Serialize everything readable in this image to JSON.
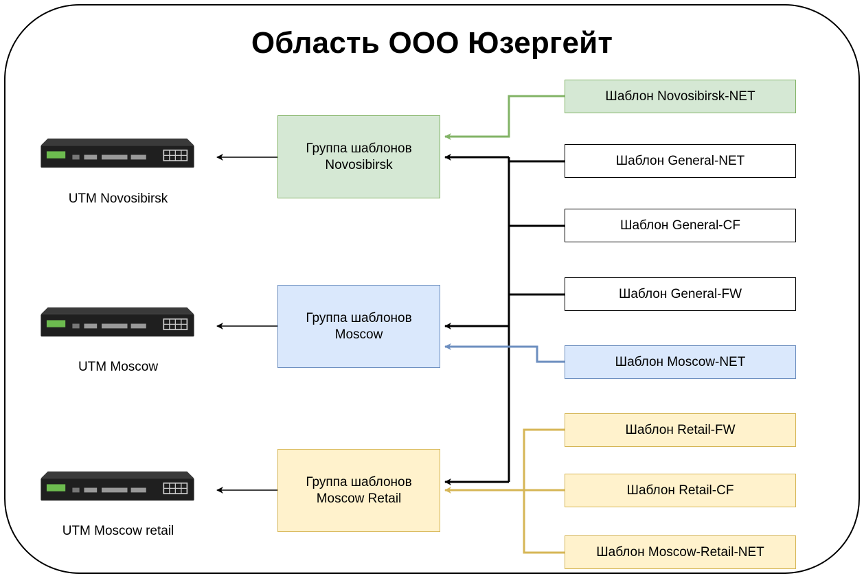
{
  "title": "Область ООО Юзергейт",
  "devices": [
    {
      "label": "UTM Novosibirsk"
    },
    {
      "label": "UTM Moscow"
    },
    {
      "label": "UTM Moscow retail"
    }
  ],
  "groups": [
    {
      "line1": "Группа шаблонов",
      "line2": "Novosibirsk"
    },
    {
      "line1": "Группа шаблонов",
      "line2": "Moscow"
    },
    {
      "line1": "Группа шаблонов",
      "line2": "Moscow Retail"
    }
  ],
  "templates": [
    {
      "label": "Шаблон Novosibirsk-NET"
    },
    {
      "label": "Шаблон General-NET"
    },
    {
      "label": "Шаблон General-CF"
    },
    {
      "label": "Шаблон General-FW"
    },
    {
      "label": "Шаблон Moscow-NET"
    },
    {
      "label": "Шаблон Retail-FW"
    },
    {
      "label": "Шаблон Retail-CF"
    },
    {
      "label": "Шаблон Moscow-Retail-NET"
    }
  ],
  "colors": {
    "green_fill": "#d5e8d4",
    "green_line": "#82b366",
    "blue_fill": "#dae8fc",
    "blue_line": "#6c8ebf",
    "yellow_fill": "#fff2cc",
    "yellow_line": "#d6b656",
    "black": "#000000"
  }
}
